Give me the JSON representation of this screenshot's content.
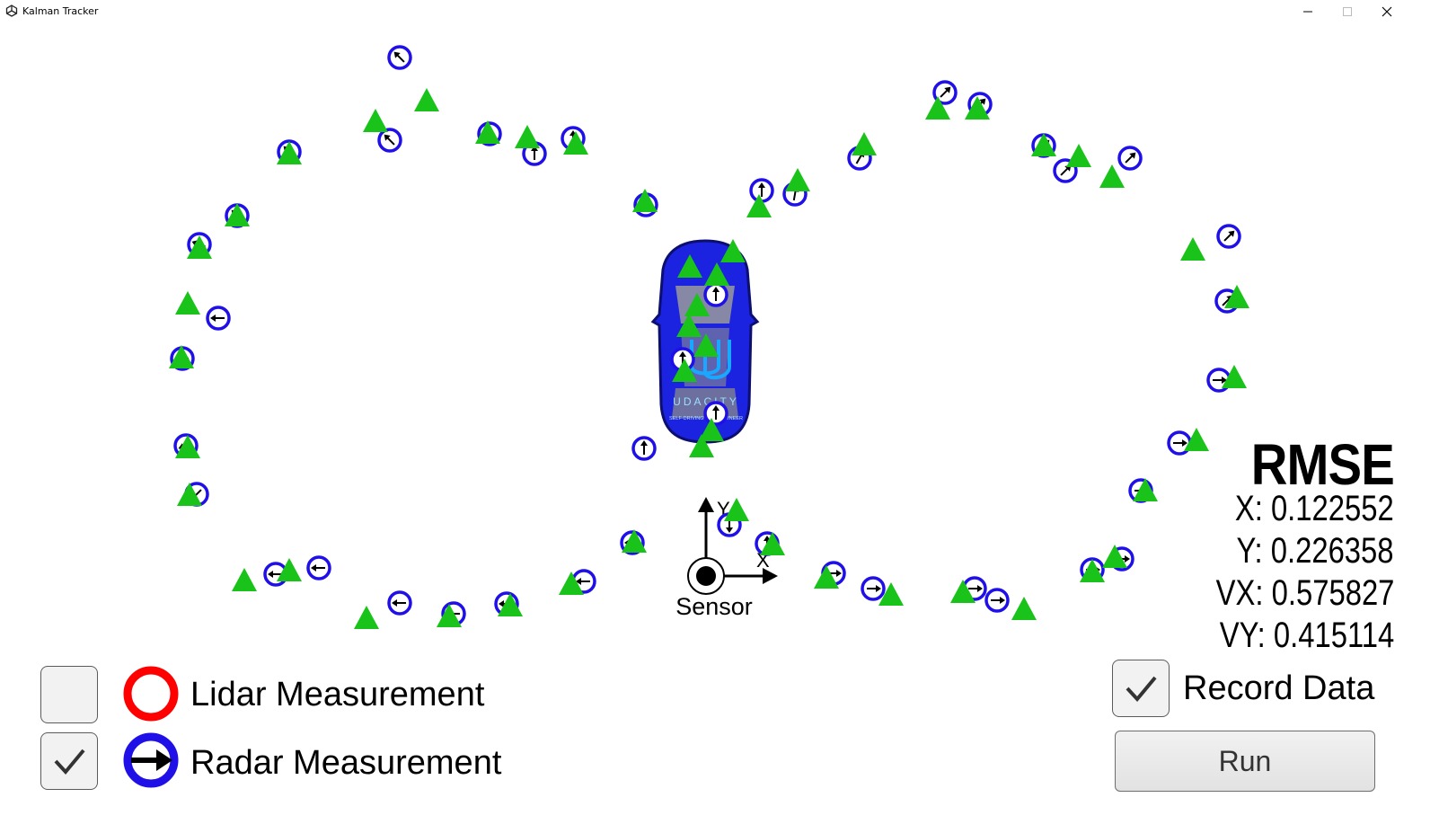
{
  "window": {
    "title": "Kalman Tracker",
    "app_icon": "unity-icon",
    "controls": {
      "minimize": "minimize-icon",
      "maximize": "maximize-icon",
      "close": "close-icon"
    }
  },
  "scene": {
    "sensor_label": "Sensor",
    "axis_x_label": "X",
    "axis_y_label": "Y",
    "car_brand": "UDACITY",
    "car_tagline": "SELF-DRIVING CAR ENGINEER",
    "colors": {
      "radar": "#1f10e8",
      "lidar": "#ff0000",
      "estimate": "#19c319",
      "car": "#1b22e0"
    }
  },
  "rmse": {
    "title": "RMSE",
    "x": "X: 0.122552",
    "y": "Y: 0.226358",
    "vx": "VX: 0.575827",
    "vy": "VY: 0.415114"
  },
  "legend": {
    "lidar": {
      "label": "Lidar Measurement",
      "checked": false,
      "icon": "lidar-ring-icon"
    },
    "radar": {
      "label": "Radar Measurement",
      "checked": true,
      "icon": "radar-arrow-icon"
    }
  },
  "record": {
    "label": "Record Data",
    "checked": true
  },
  "run_button": {
    "label": "Run"
  }
}
